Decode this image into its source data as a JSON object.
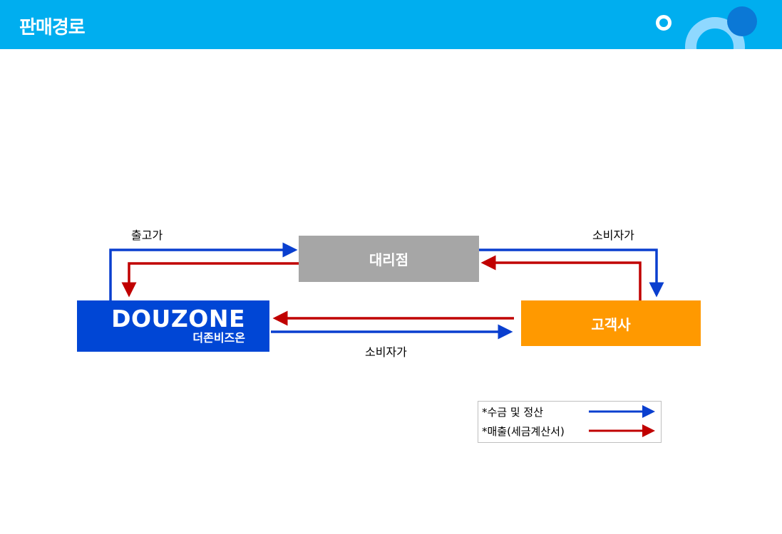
{
  "header": {
    "title": "판매경로"
  },
  "nodes": {
    "agency": "대리점",
    "customer": "고객사",
    "douzone_logo": "DOUZONE",
    "douzone_name": "더존비즈온"
  },
  "labels": {
    "factory_price": "출고가",
    "consumer_price_top": "소비자가",
    "consumer_price_bottom": "소비자가"
  },
  "legend": {
    "payment": "*수금 및 정산",
    "sales": "*매출(세금계산서)"
  },
  "colors": {
    "header": "#00aeef",
    "blue_arrow": "#0a3fcf",
    "red_arrow": "#c00000",
    "agency": "#a6a6a6",
    "customer": "#ff9900",
    "douzone": "#0046d5"
  }
}
